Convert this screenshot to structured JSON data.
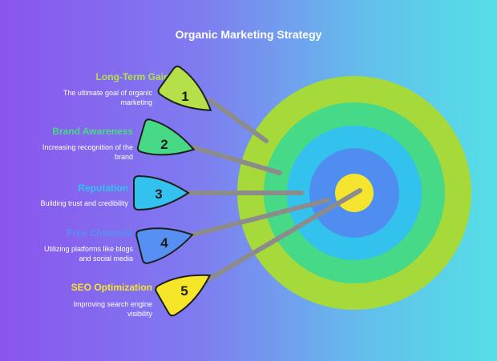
{
  "title": "Organic Marketing Strategy",
  "items": [
    {
      "number": "1",
      "label": "Long-Term Gains",
      "description": "The ultimate goal of organic marketing",
      "color": "#b5e04a"
    },
    {
      "number": "2",
      "label": "Brand Awareness",
      "description": "Increasing recognition of the brand",
      "color": "#47d985"
    },
    {
      "number": "3",
      "label": "Reputation",
      "description": "Building trust and credibility",
      "color": "#33c2f0"
    },
    {
      "number": "4",
      "label": "Free Channels",
      "description": "Utilizing platforms like blogs and social media",
      "color": "#5590f2"
    },
    {
      "number": "5",
      "label": "SEO Optimization",
      "description": "Improving search engine visibility",
      "color": "#f6e629"
    }
  ],
  "target": {
    "ring_colors": [
      "#a6d93a",
      "#46d987",
      "#33c1ee",
      "#4f8ef0",
      "#f5e52e"
    ]
  }
}
